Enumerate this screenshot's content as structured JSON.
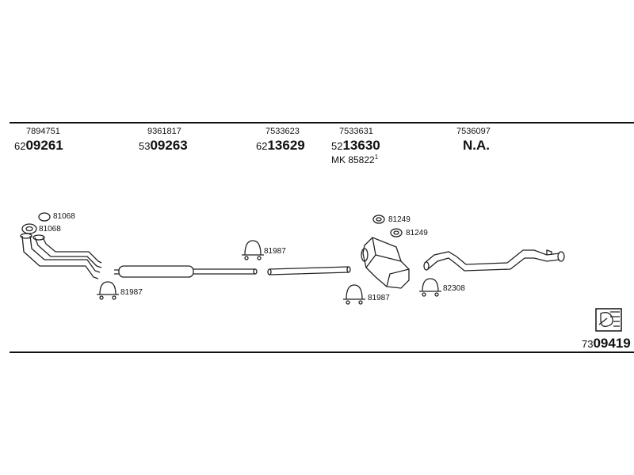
{
  "header_columns": [
    {
      "part_no": "7894751",
      "ref_prefix": "62",
      "ref_main": "09261"
    },
    {
      "part_no": "9361817",
      "ref_prefix": "53",
      "ref_main": "09263"
    },
    {
      "part_no": "7533623",
      "ref_prefix": "62",
      "ref_main": "13629"
    },
    {
      "part_no": "7533631",
      "ref_prefix": "52",
      "ref_main": "13630",
      "extra": "MK 85822",
      "extra_sup": "1"
    },
    {
      "part_no": "7536097",
      "ref_main": "N.A."
    }
  ],
  "component_labels": {
    "gasket_top": "81068",
    "gasket_bottom": "81068",
    "clamp_front": "81987",
    "clamp_mid": "81987",
    "clamp_rear_muffler": "81987",
    "gasket_rear_1": "81249",
    "gasket_rear_2": "81249",
    "clamp_tail": "82308"
  },
  "footer": {
    "ref_prefix": "73",
    "ref_main": "09419"
  }
}
